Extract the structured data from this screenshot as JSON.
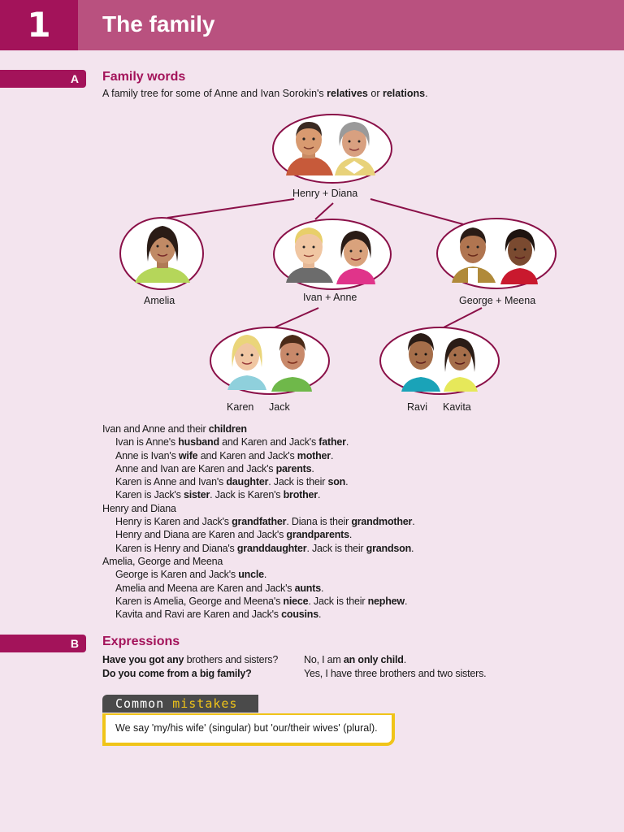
{
  "header": {
    "unit_number": "1",
    "title": "The family"
  },
  "section_a": {
    "letter": "A",
    "title": "Family words",
    "intro": [
      {
        "t": "A family tree for some of Anne and Ivan Sorokin's ",
        "b": false
      },
      {
        "t": "relatives",
        "b": true
      },
      {
        "t": " or ",
        "b": false
      },
      {
        "t": "relations",
        "b": true
      },
      {
        "t": ".",
        "b": false
      }
    ]
  },
  "tree": {
    "grandparents": "Henry + Diana",
    "aunt": "Amelia",
    "parents": "Ivan + Anne",
    "uncle_couple": "George + Meena",
    "child1": "Karen",
    "child2": "Jack",
    "cousin1": "Ravi",
    "cousin2": "Kavita"
  },
  "lines": [
    {
      "indent": false,
      "parts": [
        {
          "t": "Ivan and Anne and their ",
          "b": false
        },
        {
          "t": "children",
          "b": true
        }
      ]
    },
    {
      "indent": true,
      "parts": [
        {
          "t": "Ivan is Anne's ",
          "b": false
        },
        {
          "t": "husband",
          "b": true
        },
        {
          "t": " and Karen and Jack's ",
          "b": false
        },
        {
          "t": "father",
          "b": true
        },
        {
          "t": ".",
          "b": false
        }
      ]
    },
    {
      "indent": true,
      "parts": [
        {
          "t": "Anne is Ivan's ",
          "b": false
        },
        {
          "t": "wife",
          "b": true
        },
        {
          "t": " and Karen and Jack's ",
          "b": false
        },
        {
          "t": "mother",
          "b": true
        },
        {
          "t": ".",
          "b": false
        }
      ]
    },
    {
      "indent": true,
      "parts": [
        {
          "t": "Anne and Ivan are Karen and Jack's ",
          "b": false
        },
        {
          "t": "parents",
          "b": true
        },
        {
          "t": ".",
          "b": false
        }
      ]
    },
    {
      "indent": true,
      "parts": [
        {
          "t": "Karen is Anne and Ivan's ",
          "b": false
        },
        {
          "t": "daughter",
          "b": true
        },
        {
          "t": ". Jack is their ",
          "b": false
        },
        {
          "t": "son",
          "b": true
        },
        {
          "t": ".",
          "b": false
        }
      ]
    },
    {
      "indent": true,
      "parts": [
        {
          "t": "Karen is Jack's ",
          "b": false
        },
        {
          "t": "sister",
          "b": true
        },
        {
          "t": ". Jack is Karen's ",
          "b": false
        },
        {
          "t": "brother",
          "b": true
        },
        {
          "t": ".",
          "b": false
        }
      ]
    },
    {
      "indent": false,
      "parts": [
        {
          "t": "Henry and Diana",
          "b": false
        }
      ]
    },
    {
      "indent": true,
      "parts": [
        {
          "t": "Henry is Karen and Jack's ",
          "b": false
        },
        {
          "t": "grandfather",
          "b": true
        },
        {
          "t": ". Diana is their ",
          "b": false
        },
        {
          "t": "grandmother",
          "b": true
        },
        {
          "t": ".",
          "b": false
        }
      ]
    },
    {
      "indent": true,
      "parts": [
        {
          "t": "Henry and Diana are Karen and Jack's ",
          "b": false
        },
        {
          "t": "grandparents",
          "b": true
        },
        {
          "t": ".",
          "b": false
        }
      ]
    },
    {
      "indent": true,
      "parts": [
        {
          "t": "Karen is Henry and Diana's ",
          "b": false
        },
        {
          "t": "granddaughter",
          "b": true
        },
        {
          "t": ". Jack is their ",
          "b": false
        },
        {
          "t": "grandson",
          "b": true
        },
        {
          "t": ".",
          "b": false
        }
      ]
    },
    {
      "indent": false,
      "parts": [
        {
          "t": "Amelia, George and Meena",
          "b": false
        }
      ]
    },
    {
      "indent": true,
      "parts": [
        {
          "t": "George is Karen and Jack's ",
          "b": false
        },
        {
          "t": "uncle",
          "b": true
        },
        {
          "t": ".",
          "b": false
        }
      ]
    },
    {
      "indent": true,
      "parts": [
        {
          "t": "Amelia and Meena are Karen and Jack's ",
          "b": false
        },
        {
          "t": "aunts",
          "b": true
        },
        {
          "t": ".",
          "b": false
        }
      ]
    },
    {
      "indent": true,
      "parts": [
        {
          "t": "Karen is Amelia, George and Meena's ",
          "b": false
        },
        {
          "t": "niece",
          "b": true
        },
        {
          "t": ". Jack is their ",
          "b": false
        },
        {
          "t": "nephew",
          "b": true
        },
        {
          "t": ".",
          "b": false
        }
      ]
    },
    {
      "indent": true,
      "parts": [
        {
          "t": "Kavita and Ravi are Karen and Jack's ",
          "b": false
        },
        {
          "t": "cousins",
          "b": true
        },
        {
          "t": ".",
          "b": false
        }
      ]
    }
  ],
  "section_b": {
    "letter": "B",
    "title": "Expressions",
    "rows": [
      {
        "q": [
          {
            "t": "Have you got any",
            "b": true
          },
          {
            "t": " brothers and sisters?",
            "b": false
          }
        ],
        "a": [
          {
            "t": "No, I am ",
            "b": false
          },
          {
            "t": "an only child",
            "b": true
          },
          {
            "t": ".",
            "b": false
          }
        ]
      },
      {
        "q": [
          {
            "t": "Do you come from a big family?",
            "b": true
          }
        ],
        "a": [
          {
            "t": "Yes, I have three brothers and two sisters.",
            "b": false
          }
        ]
      }
    ]
  },
  "common_mistakes": {
    "word1": "Common",
    "word2": "mistakes",
    "text": "We say 'my/his wife' (singular) but 'our/their wives' (plural)."
  },
  "colors": {
    "accent": "#a3135a",
    "header_bg": "#b9517f",
    "page_bg": "#f3e4ee",
    "highlight": "#f0c419"
  }
}
